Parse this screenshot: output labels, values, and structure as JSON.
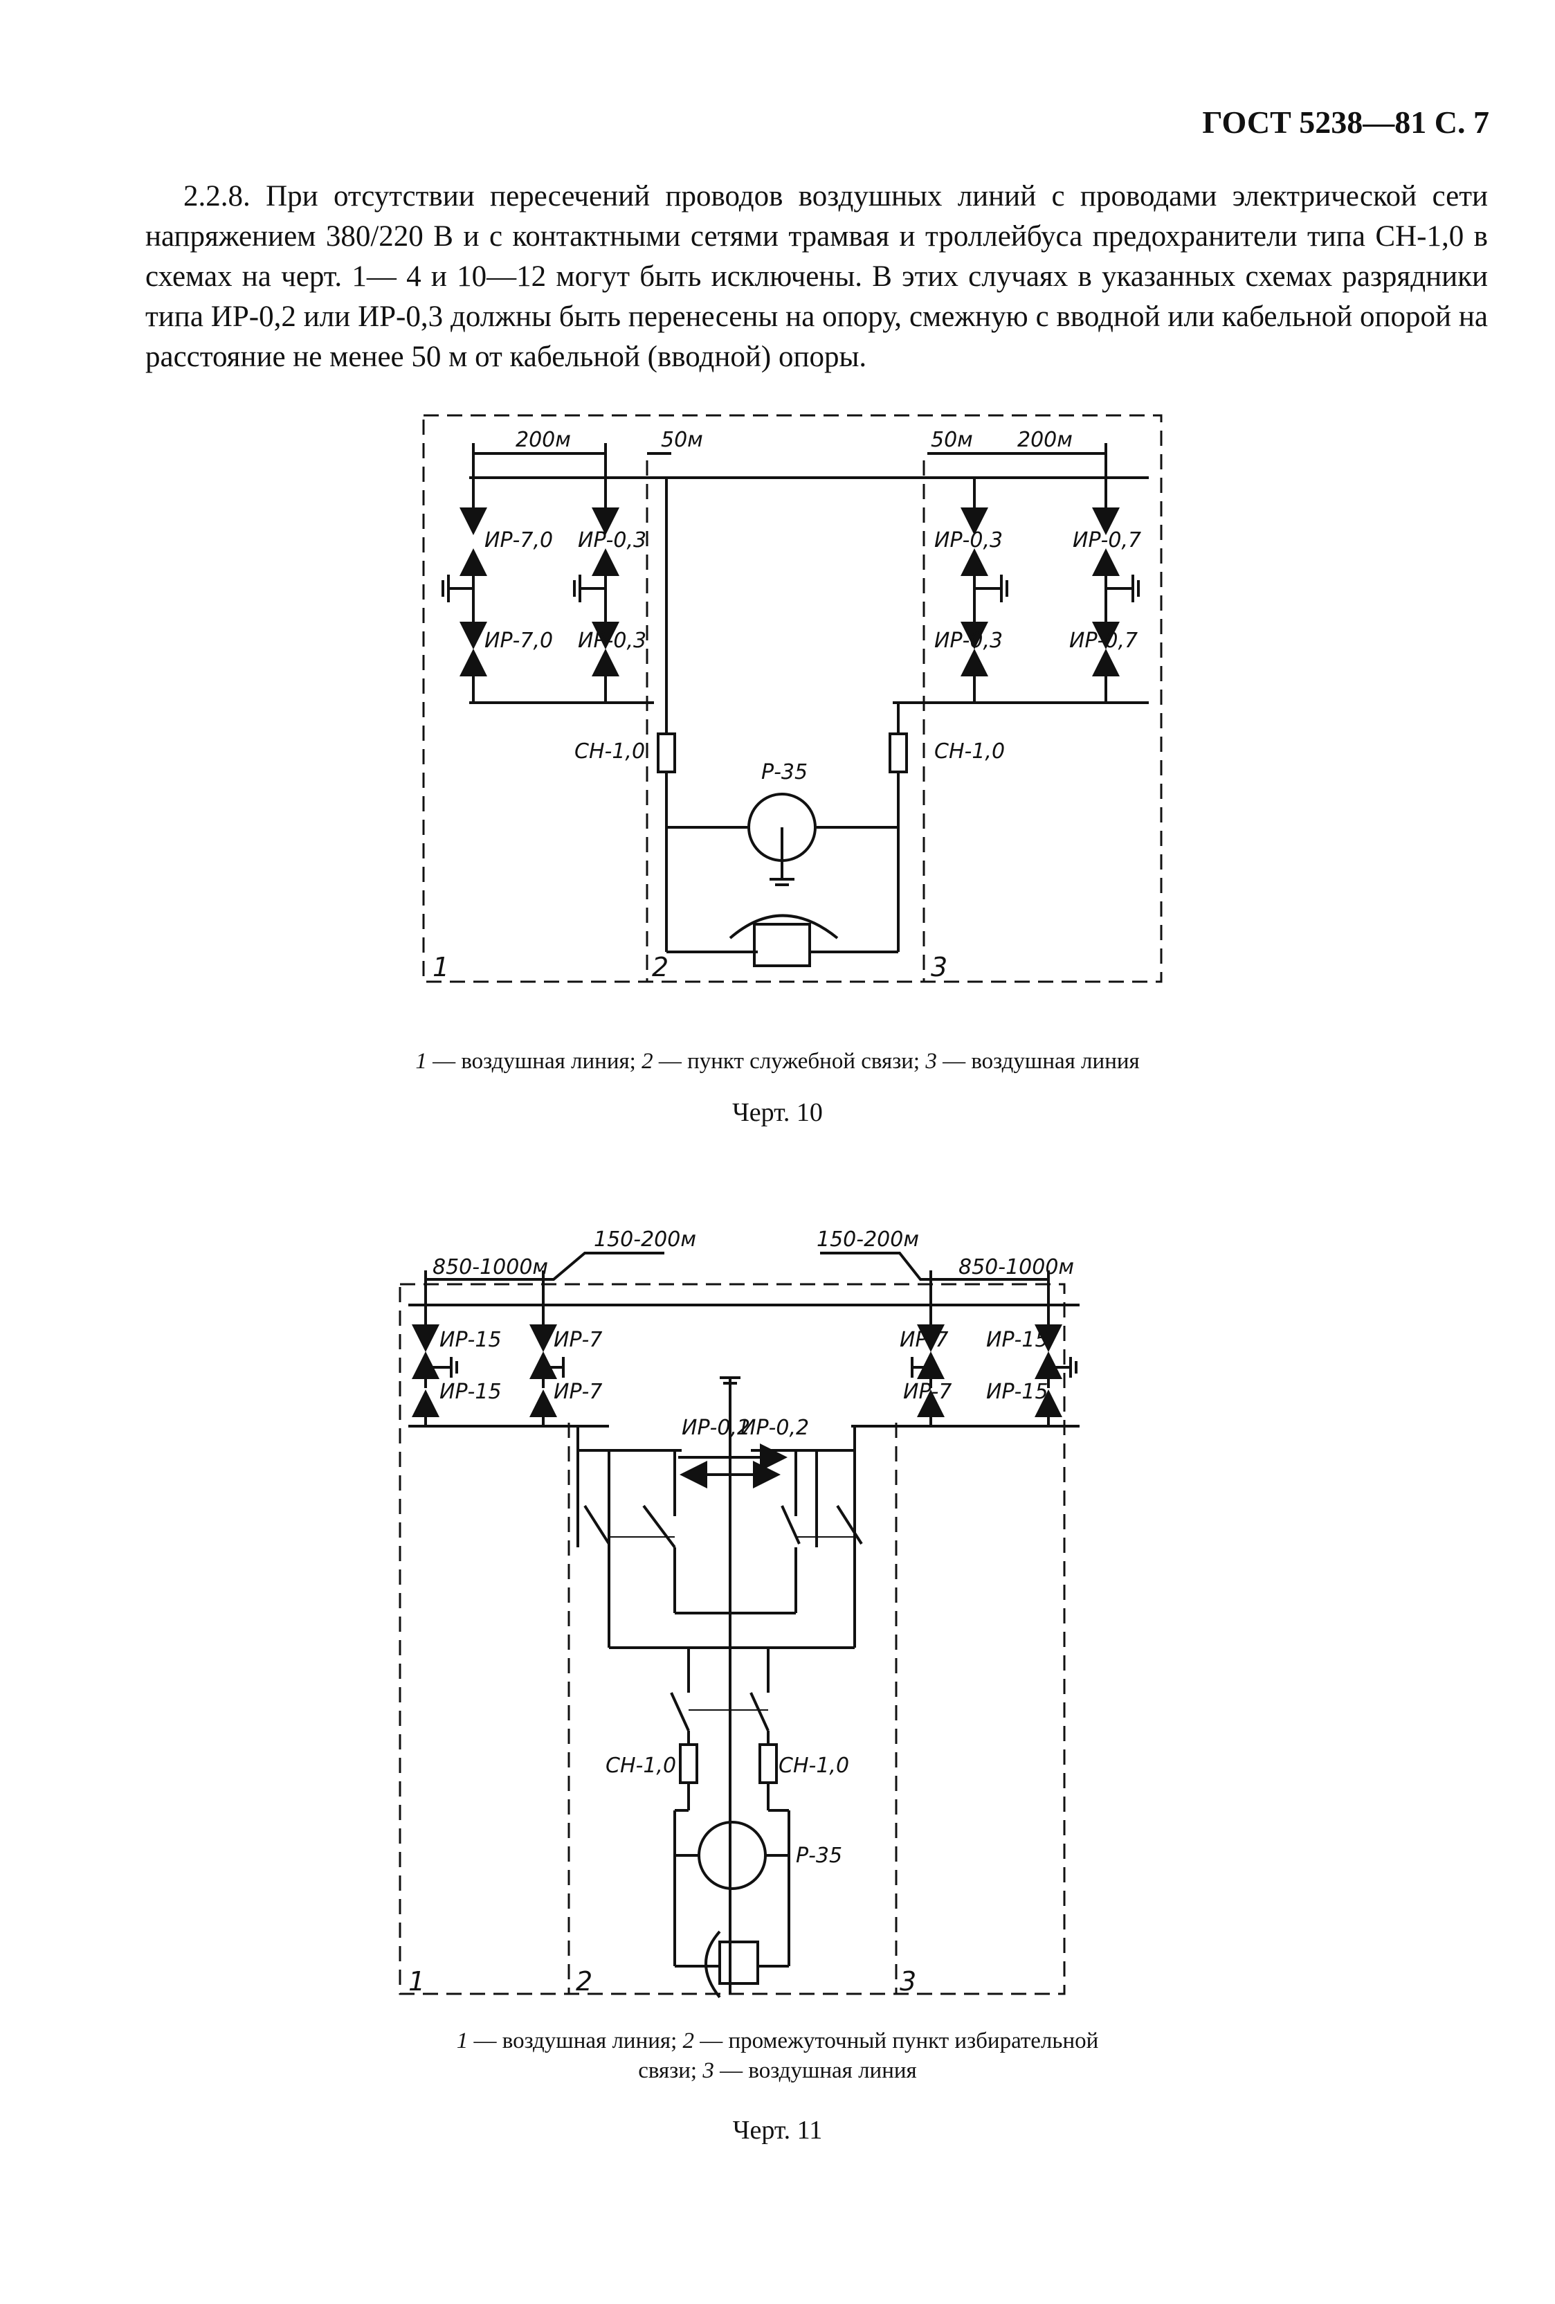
{
  "header": {
    "title": "ГОСТ 5238—81 С. 7"
  },
  "paragraph": {
    "text": "2.2.8. При отсутствии пересечений проводов воздушных линий с проводами электрической сети напряжением 380/220 В и с контактными сетями трамвая и троллейбуса предохранители типа СН-1,0 в схемах на черт. 1— 4 и 10—12 могут быть исключены. В этих случаях в указанных схемах разрядники типа ИР-0,2 или ИР-0,3 должны быть перенесены на опору, смежную с вводной или кабельной опорой на расстояние не менее 50 м от кабельной (вводной) опоры."
  },
  "figure10": {
    "labels": {
      "dist_200_left": "200м",
      "dist_50_left": "50м",
      "dist_50_right": "50м",
      "dist_200_right": "200м",
      "ir7_a": "ИР-7,0",
      "ir03_a": "ИР-0,3",
      "ir7_b": "ИР-7,0",
      "ir03_b": "ИР-0,3",
      "ir03_c": "ИР-0,3",
      "ir07_c": "ИР-0,7",
      "ir03_d": "ИР-0,3",
      "ir07_d": "ИР-0,7",
      "sn_left": "СН-1,0",
      "sn_right": "СН-1,0",
      "r35": "Р-35",
      "zone1": "1",
      "zone2": "2",
      "zone3": "3"
    },
    "caption": {
      "n1": "1",
      "t1": " — воздушная линия; ",
      "n2": "2",
      "t2": " — пункт служебной связи; ",
      "n3": "3",
      "t3": " — воздушная линия"
    },
    "title": "Черт. 10"
  },
  "figure11": {
    "labels": {
      "dist_850_left": "850-1000м",
      "dist_150_left": "150-200м",
      "dist_150_right": "150-200м",
      "dist_850_right": "850-1000м",
      "ir15_a": "ИР-15",
      "ir7_a": "ИР-7",
      "ir15_b": "ИР-15",
      "ir7_b": "ИР-7",
      "ir7_c": "ИР-7",
      "ir15_c": "ИР-15",
      "ir7_d": "ИР-7",
      "ir15_d": "ИР-15",
      "ir02_left": "ИР-0,2",
      "ir02_right": "ИР-0,2",
      "sn_left": "СН-1,0",
      "sn_right": "СН-1,0",
      "r35": "Р-35",
      "zone1": "1",
      "zone2": "2",
      "zone3": "3"
    },
    "caption": {
      "n1": "1",
      "t1": " — воздушная линия; ",
      "n2": "2",
      "t2": " — промежуточный пункт избирательной",
      "line2a": "связи; ",
      "n3": "3",
      "t3": " — воздушная линия"
    },
    "title": "Черт. 11"
  }
}
